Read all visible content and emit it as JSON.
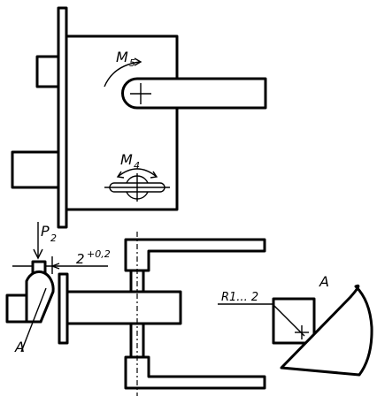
{
  "labels": {
    "moment_upper": "M",
    "moment_upper_sub": "5",
    "moment_lower": "M",
    "moment_lower_sub": "4",
    "force": "P",
    "force_sub": "2",
    "clearance": "2",
    "clearance_tol": "+0,2",
    "section_marker": "A",
    "detail_title": "A",
    "radius": "R1... 2"
  }
}
